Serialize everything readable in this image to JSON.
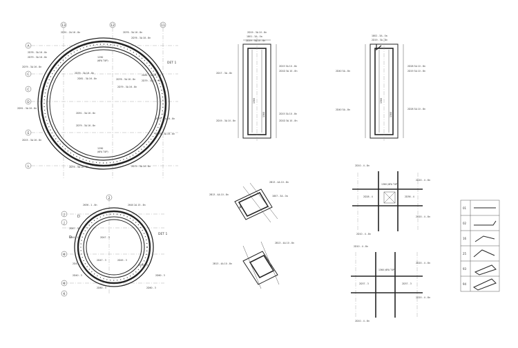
{
  "sheet": {
    "ink_color": "#222222",
    "grid_color": "#999999"
  },
  "plan_large": {
    "grid_top": [
      "13",
      "12",
      "11"
    ],
    "grid_left": [
      "A",
      "C",
      "C",
      "D",
      "E",
      "L"
    ],
    "dct_label": "DET 1",
    "labels": [
      "2D91 - 2Δ 16 - 8n",
      "2D76 - 3Δ 16 - 8n",
      "2D76 - 3Δ 18 - 8n",
      "2D76 - 3Δ 16 - 8n",
      "2D79 - 3Δ 16 - 8n",
      "2D79 - 3Δ 16 - 8n",
      "2D79 - 3Δ 16 - 8n",
      "2D81 - 3Δ 16 - 8n",
      "2D76 - 3Δ 16 - 8n",
      "2D79 - 3Δ 16 - 8n",
      "2D81 - 3Δ 16 - 8n",
      "2D79 - 3Δ 16 - 8n",
      "2D91 - 3Δ 16 - 8n",
      "2D91 - 3Δ 16 - 8n",
      "2D79 - 3Δ 16 - 8n",
      "2D79 - 3Δ 16 - 8n",
      "2D79 - 3Δ 16 - 8n",
      "2D15 - 3Δ 16 - 8n",
      "2D79 - 3Δ 16 - 8n",
      "2D79 - 3Δ 16 - 8n"
    ],
    "callouts": [
      "1290",
      "(6FA T4P)",
      "1290",
      "(6FA T4P)"
    ]
  },
  "plan_small": {
    "grid_top": [
      "2"
    ],
    "grid_left": [
      "J",
      "J",
      "K",
      "K",
      "K"
    ],
    "dct_label": "DET 1",
    "letters": [
      "D",
      "D"
    ],
    "labels": [
      "2636 - 1 - 8n",
      "2640 2Δ 15 - 8n",
      "2D47 - 3",
      "2D44 - 1",
      "2D47 - 3",
      "2D47 - 3",
      "2D45 - 3",
      "2D47 - 3",
      "2D40 - 3",
      "2D40 - 3",
      "2D60 - 3",
      "2D60 - 3",
      "2D60 - 3"
    ]
  },
  "section_a": {
    "top": [
      "2D19 - 3Δ 10 - 8n",
      "1801 - 3Δ - 0a",
      "2D19 - 3Δ 10 - 8n"
    ],
    "left": [
      "2D17 - 3Δ - 8n",
      "2D19 - 3Δ 10 - 8n"
    ],
    "right": [
      "2D15 3Δ 10 - 8n",
      "2D1D 3Δ 10 - 8n",
      "2D15 3Δ 10 - 8n",
      "2D1D 3Δ 10 - 8n"
    ],
    "dims": [
      "1380",
      "1380"
    ]
  },
  "section_b": {
    "top": [
      "1802 - 3Δ - 0a",
      "2D19 - 3Δ - 8n"
    ],
    "left": [
      "2D40 3Δ - 8n",
      "2D40 3Δ - 8n"
    ],
    "right": [
      "2D28 3Δ 10 - 8n",
      "2D19 3Δ 10 - 8n",
      "2D28 3Δ 10 - 8n"
    ],
    "dims": [
      "1380",
      "1380"
    ]
  },
  "corner_details": [
    {
      "labels": [
        "2B13 - 4Δ 10 - 8n",
        "2B13 - 4Δ 10 - 8n",
        "1807 - 3Δ - 0a"
      ]
    },
    {
      "labels": [
        "2B13 - 4Δ 10 - 8n",
        "2B13 - 4Δ 10 - 8n"
      ]
    }
  ],
  "joint_details": [
    {
      "labels": [
        "2D10 - 4 - 8n",
        "2D20 - 4 - 8n",
        "2D28 - 4",
        "2D36 - 4",
        "2D20 - 4 - 8n",
        "2D10 - 4 - 8n"
      ],
      "callout": "1360 (6FA T4P)"
    },
    {
      "labels": [
        "2D10 - 4 - 8n",
        "2D20 - 4 - 8n",
        "2D37 - 3",
        "2D37 - 3",
        "2D20 - 4 - 8n",
        "2D10 - 4 - 8n"
      ],
      "callout": "1360 (6FA T4P)"
    }
  ],
  "bar_table": {
    "marks": [
      "01",
      "02",
      "16",
      "25",
      "93",
      "94"
    ]
  }
}
